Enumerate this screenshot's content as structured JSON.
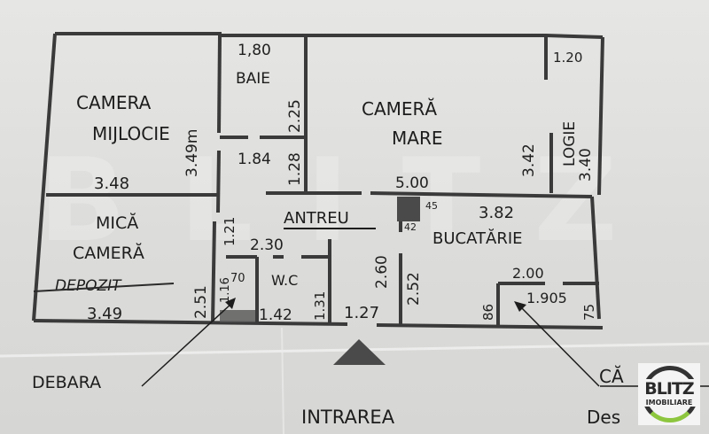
{
  "plan": {
    "rooms": {
      "camera_mijlocie": {
        "line1": "CAMERA",
        "line2": "MIJLOCIE",
        "width": "3.48",
        "height": "3.49m"
      },
      "baie": {
        "name": "BAIE",
        "width": "1,80",
        "height": "2.25"
      },
      "hall_small": {
        "width": "1.84",
        "height": "1.28"
      },
      "camera_mare": {
        "line1": "CAMERĂ",
        "line2": "MARE",
        "width": "5.00",
        "height": "3.42"
      },
      "logie": {
        "name": "LOGIE",
        "width": "1.20",
        "height": "3.40"
      },
      "mica_camera": {
        "line1": "MICĂ",
        "line2": "CAMERĂ",
        "crossed_out": "DEPOZIT",
        "width": "3.49",
        "height": "2.51"
      },
      "antreu": {
        "name": "ANTREU",
        "width": "2.30",
        "height": "1.21",
        "height2": "2.60",
        "door_width": "1.27"
      },
      "debara": {
        "width": "70",
        "height": "1.16"
      },
      "wc": {
        "name": "W.C",
        "width": "1.42",
        "height": "1.31"
      },
      "bucatarie": {
        "name": "BUCATĂRIE",
        "width": "3.82",
        "height": "2.52",
        "pillar_w": "45",
        "pillar_h": "42"
      },
      "camara": {
        "width": "2.00",
        "width2": "1.905",
        "height": "86",
        "height2": "75"
      }
    },
    "annotations": {
      "debara": "DEBARA",
      "entrance": "INTRAREA",
      "camara": "CĂ",
      "camara_sub": "Des"
    },
    "logo": {
      "line1": "BLITZ",
      "line2": "IMOBILIARE"
    },
    "watermark": "BLITZ"
  }
}
